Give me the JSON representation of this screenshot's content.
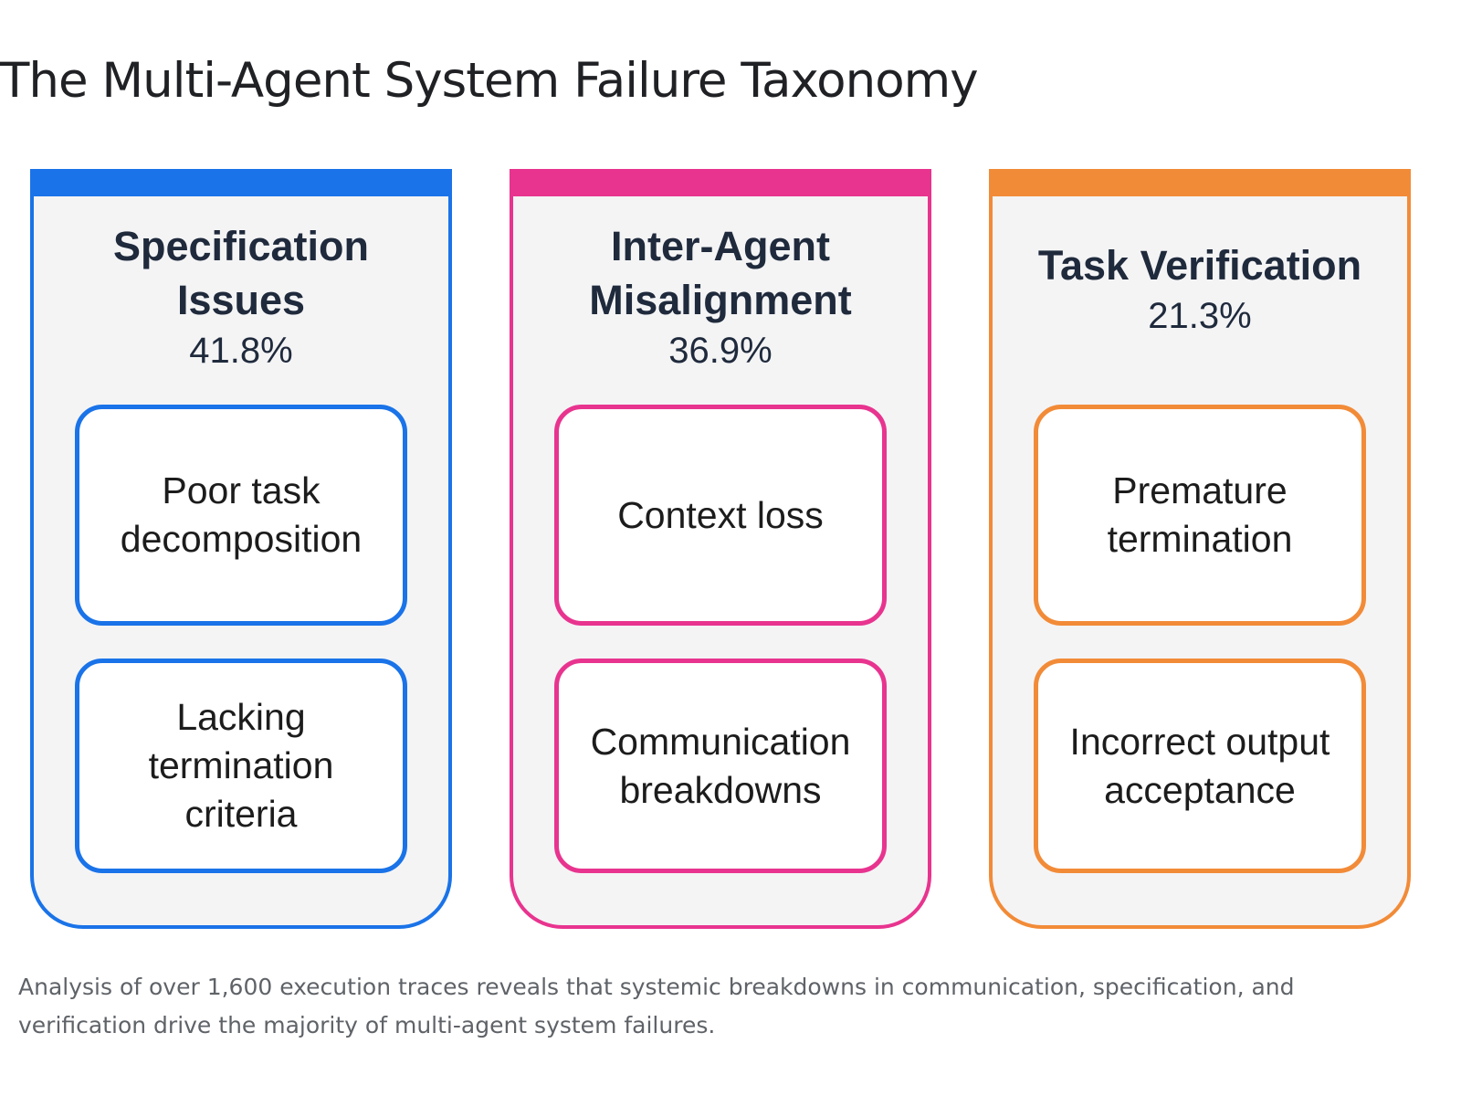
{
  "title": "The Multi-Agent System Failure Taxonomy",
  "columns": [
    {
      "title_lines": [
        "Specification",
        "Issues"
      ],
      "percent": "41.8%",
      "color": "#1a73e8",
      "items": [
        {
          "lines": [
            "Poor task",
            "decomposition"
          ]
        },
        {
          "lines": [
            "Lacking",
            "termination",
            "criteria"
          ]
        }
      ]
    },
    {
      "title_lines": [
        "Inter-Agent",
        "Misalignment"
      ],
      "percent": "36.9%",
      "color": "#e8348f",
      "items": [
        {
          "lines": [
            "Context loss"
          ]
        },
        {
          "lines": [
            "Communication",
            "breakdowns"
          ]
        }
      ]
    },
    {
      "title_lines": [
        "Task Verification"
      ],
      "percent": "21.3%",
      "color": "#f28b38",
      "items": [
        {
          "lines": [
            "Premature",
            "termination"
          ]
        },
        {
          "lines": [
            "Incorrect output",
            "acceptance"
          ]
        }
      ]
    }
  ],
  "caption": "Analysis of over 1,600 execution traces reveals that systemic breakdowns in communication, specification, and verification drive the majority of multi-agent system failures."
}
